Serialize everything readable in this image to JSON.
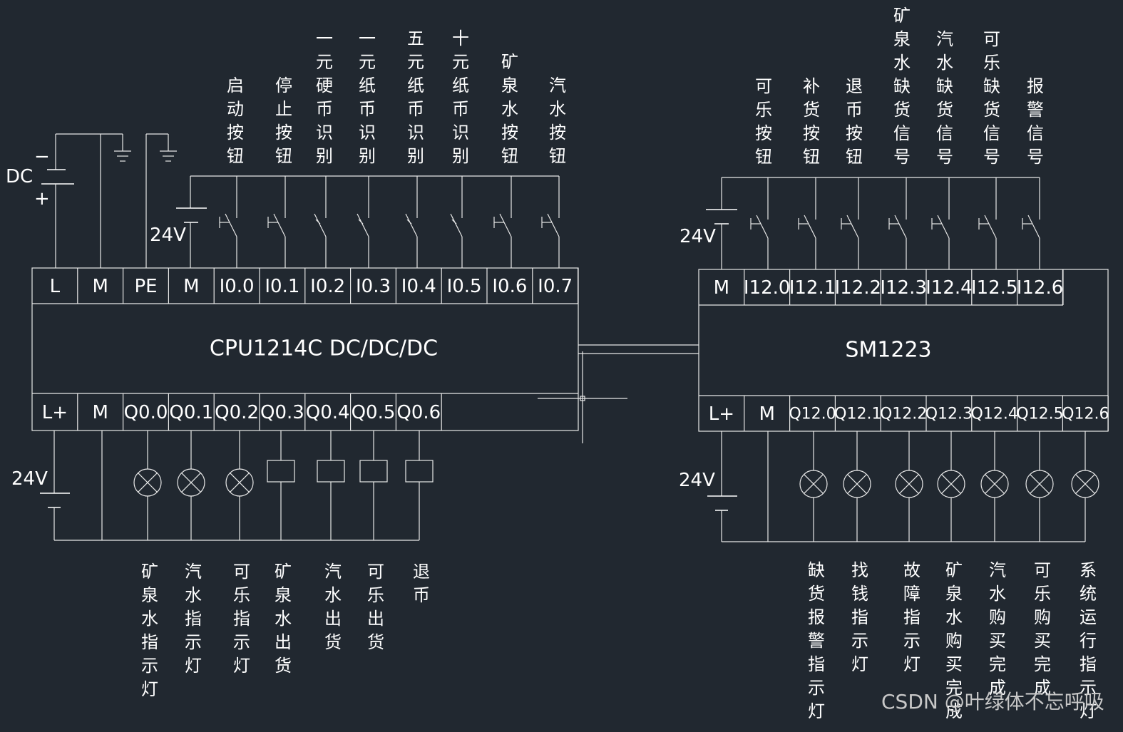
{
  "cpu": {
    "name": "CPU1214C DC/DC/DC",
    "top_terminals": [
      "L",
      "M",
      "PE",
      "M",
      "I0.0",
      "I0.1",
      "I0.2",
      "I0.3",
      "I0.4",
      "I0.5",
      "I0.6",
      "I0.7"
    ],
    "bottom_terminals": [
      "L+",
      "M",
      "Q0.0",
      "Q0.1",
      "Q0.2",
      "Q0.3",
      "Q0.4",
      "Q0.5",
      "Q0.6"
    ],
    "input_labels": [
      "启动按钮",
      "停止按钮",
      "一元硬币识别",
      "一元纸币识别",
      "五元纸币识别",
      "十元纸币识别",
      "矿泉水按钮",
      "汽水按钮"
    ],
    "output_labels": [
      "矿泉水指示灯",
      "汽水指示灯",
      "可乐指示灯",
      "矿泉水出货",
      "汽水出货",
      "可乐出货",
      "退币"
    ],
    "output_types": [
      "lamp",
      "lamp",
      "lamp",
      "coil",
      "coil",
      "coil",
      "coil"
    ]
  },
  "sm": {
    "name": "SM1223",
    "top_terminals": [
      "M",
      "I12.0",
      "I12.1",
      "I12.2",
      "I12.3",
      "I12.4",
      "I12.5",
      "I12.6"
    ],
    "bottom_terminals": [
      "L+",
      "M",
      "Q12.0",
      "Q12.1",
      "Q12.2",
      "Q12.3",
      "Q12.4",
      "Q12.5",
      "Q12.6"
    ],
    "input_labels": [
      "可乐按钮",
      "补货按钮",
      "退币按钮",
      "矿泉水缺货信号",
      "汽水缺货信号",
      "可乐缺货信号",
      "报警信号"
    ],
    "output_labels": [
      "缺货报警指示灯",
      "找钱指示灯",
      "故障指示灯",
      "矿泉水购买完成",
      "汽水购买完成",
      "可乐购买完成",
      "系统运行指示灯"
    ],
    "output_types": [
      "lamp",
      "lamp",
      "lamp",
      "lamp",
      "lamp",
      "lamp",
      "lamp"
    ]
  },
  "power": {
    "dc_label": "DC",
    "minus": "−",
    "plus": "+",
    "v24": "24V"
  },
  "watermark": "CSDN @叶绿体不忘呼吸"
}
